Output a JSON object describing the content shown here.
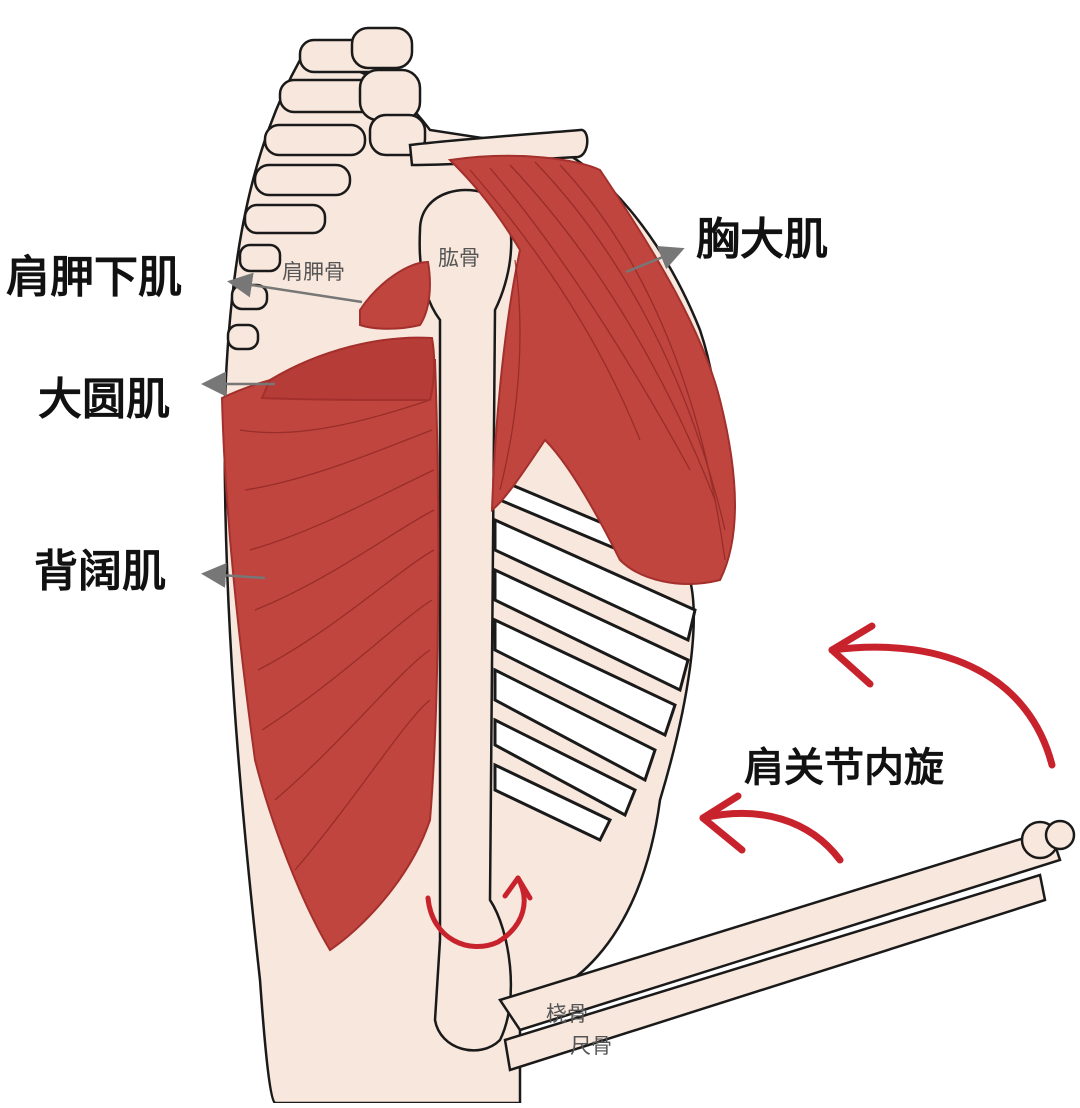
{
  "labels": {
    "subscapularis": "肩胛下肌",
    "teres_major": "大圆肌",
    "latissimus_dorsi": "背阔肌",
    "pectoralis_major": "胸大肌",
    "internal_rotation": "肩关节内旋"
  },
  "bone_labels": {
    "scapula": "肩胛骨",
    "humerus": "肱骨",
    "radius": "桡骨",
    "ulna": "尺骨"
  },
  "colors": {
    "muscle": "#c0453f",
    "muscle_dark": "#a3302c",
    "bone": "#f8e7dc",
    "outline": "#1a1a1a",
    "arrow_red": "#c8232c",
    "pointer_gray": "#777777"
  }
}
